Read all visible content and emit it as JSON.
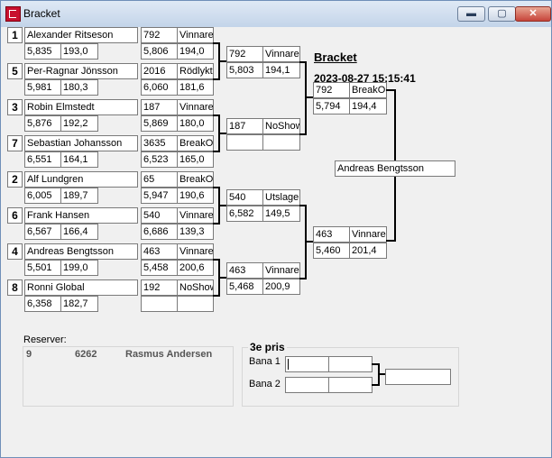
{
  "window": {
    "title": "Bracket",
    "minimize_glyph": "▬",
    "maximize_glyph": "▢",
    "close_glyph": "✕"
  },
  "header": {
    "heading": "Bracket",
    "datetime": "2023-08-27 15:15:41"
  },
  "round1": [
    {
      "seed": "1",
      "name": "Alexander Ritseson",
      "v1": "5,835",
      "v2": "193,0",
      "lane": "792",
      "status": "Vinnare",
      "s1": "5,806",
      "s2": "194,0"
    },
    {
      "seed": "5",
      "name": "Per-Ragnar Jönsson",
      "v1": "5,981",
      "v2": "180,3",
      "lane": "2016",
      "status": "Rödlykta",
      "s1": "6,060",
      "s2": "181,6"
    },
    {
      "seed": "3",
      "name": "Robin Elmstedt",
      "v1": "5,876",
      "v2": "192,2",
      "lane": "187",
      "status": "Vinnare",
      "s1": "5,869",
      "s2": "180,0"
    },
    {
      "seed": "7",
      "name": "Sebastian Johansson",
      "v1": "6,551",
      "v2": "164,1",
      "lane": "3635",
      "status": "BreakOut",
      "s1": "6,523",
      "s2": "165,0"
    },
    {
      "seed": "2",
      "name": "Alf Lundgren",
      "v1": "6,005",
      "v2": "189,7",
      "lane": "65",
      "status": "BreakOut",
      "s1": "5,947",
      "s2": "190,6"
    },
    {
      "seed": "6",
      "name": "Frank Hansen",
      "v1": "6,567",
      "v2": "166,4",
      "lane": "540",
      "status": "Vinnare",
      "s1": "6,686",
      "s2": "139,3"
    },
    {
      "seed": "4",
      "name": "Andreas Bengtsson",
      "v1": "5,501",
      "v2": "199,0",
      "lane": "463",
      "status": "Vinnare",
      "s1": "5,458",
      "s2": "200,6"
    },
    {
      "seed": "8",
      "name": "Ronni Global",
      "v1": "6,358",
      "v2": "182,7",
      "lane": "192",
      "status": "NoShow",
      "s1": "",
      "s2": ""
    }
  ],
  "round2": [
    {
      "lane": "792",
      "status": "Vinnare",
      "s1": "5,803",
      "s2": "194,1"
    },
    {
      "lane": "187",
      "status": "NoShow",
      "s1": "",
      "s2": ""
    },
    {
      "lane": "540",
      "status": "Utslagen",
      "s1": "6,582",
      "s2": "149,5"
    },
    {
      "lane": "463",
      "status": "Vinnare",
      "s1": "5,468",
      "s2": "200,9"
    }
  ],
  "semifinal": [
    {
      "lane": "792",
      "status": "BreakOut",
      "s1": "5,794",
      "s2": "194,4"
    },
    {
      "lane": "463",
      "status": "Vinnare",
      "s1": "5,460",
      "s2": "201,4"
    }
  ],
  "winner": "Andreas Bengtsson",
  "reserves": {
    "label": "Reserver:",
    "rows": [
      {
        "num": "9",
        "code": "6262",
        "name": "Rasmus Andersen"
      }
    ]
  },
  "third_place": {
    "title": "3e pris",
    "lane1_label": "Bana 1",
    "lane2_label": "Bana 2"
  }
}
